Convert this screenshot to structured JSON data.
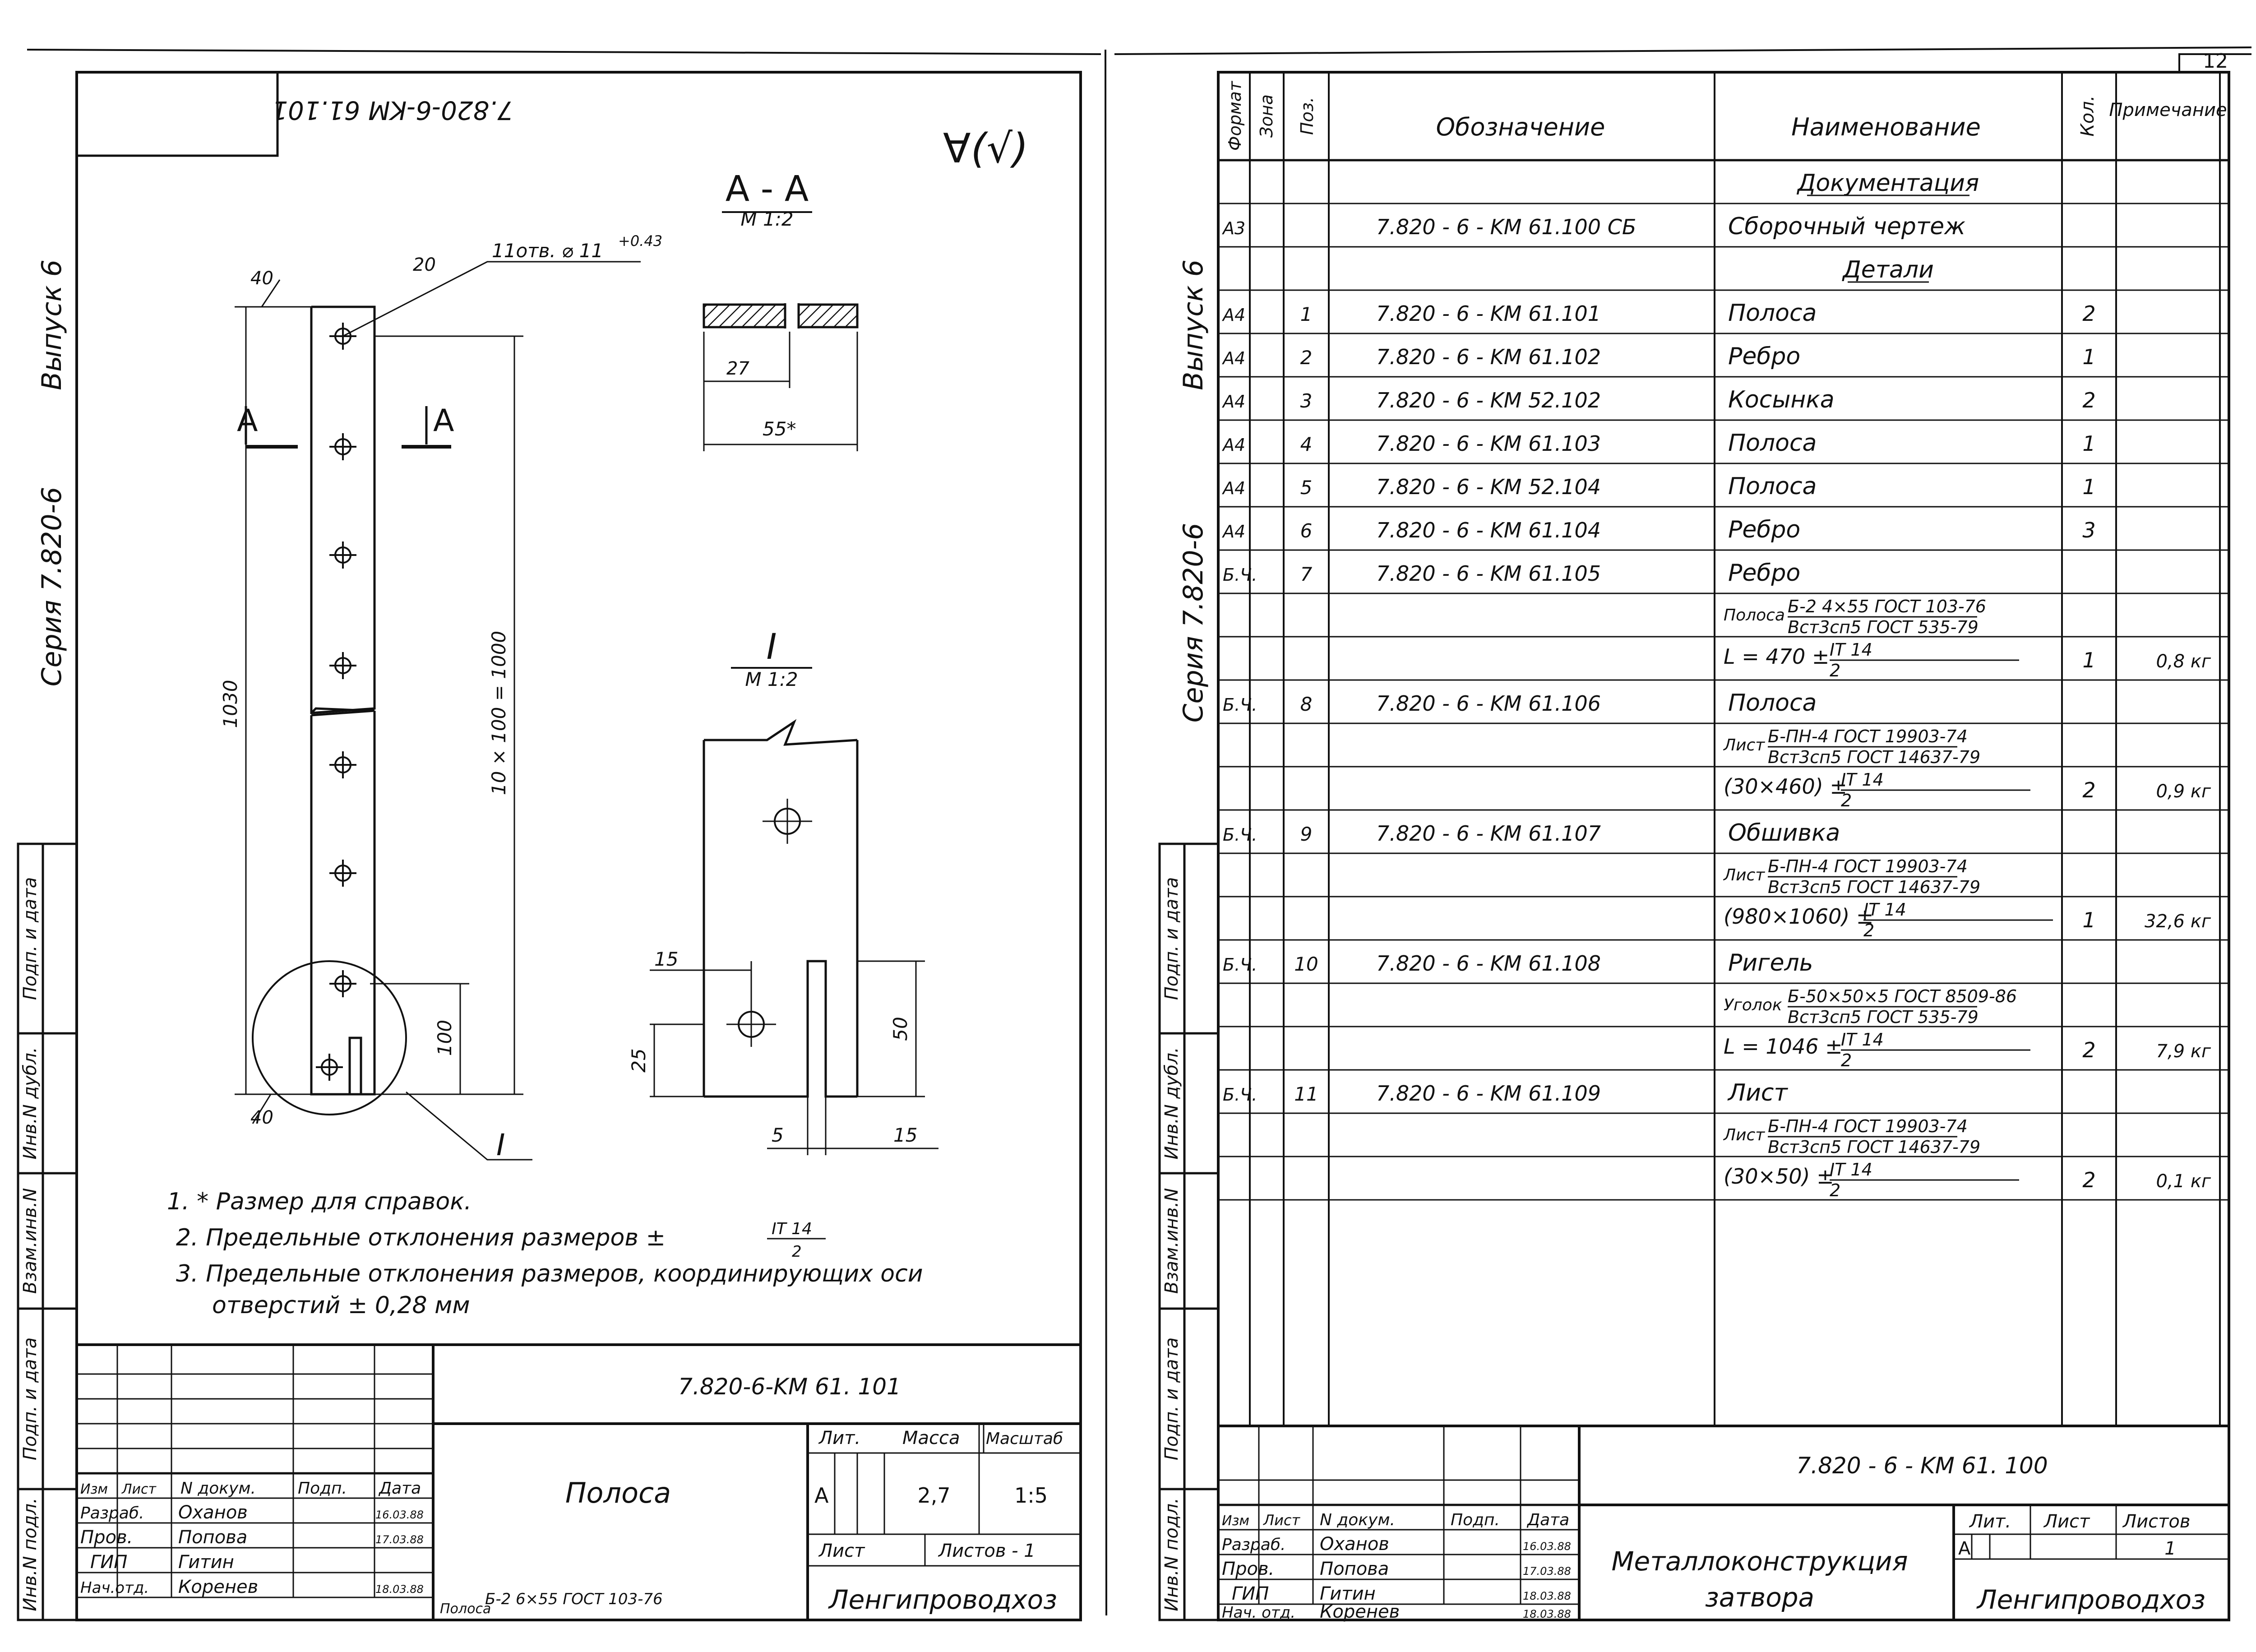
{
  "page_number": "12",
  "left": {
    "header_code": "7.820-6-KM 61.101",
    "roughness": "∀(√)",
    "series": "Серия 7.820-6",
    "issue": "Выпуск 6",
    "section": {
      "title": "А - А",
      "scale": "М 1:2"
    },
    "detail": {
      "title": "I",
      "scale": "М 1:2",
      "callout": "I"
    },
    "cut_labels": [
      "А",
      "А"
    ],
    "dims": {
      "hole_note": "11отв. ⌀ 11",
      "hole_tol": "+0.43",
      "d20": "20",
      "d40_top": "40",
      "d40_bot": "40",
      "d1030": "1030",
      "d10x100": "10 × 100 = 1000",
      "d100": "100",
      "d27": "27",
      "d55": "55*",
      "d15a": "15",
      "d25": "25",
      "d50": "50",
      "d5": "5",
      "d15b": "15"
    },
    "notes": [
      "1. * Размер для справок.",
      "2. Предельные отклонения размеров ±",
      "3. Предельные отклонения размеров, координирующих оси",
      "отверстий ± 0,28 мм"
    ],
    "note2_frac": {
      "num": "IT 14",
      "den": "2"
    },
    "stamp": {
      "code": "7.820-6-KM 61. 101",
      "head": [
        "Изм",
        "Лист",
        "N докум.",
        "Подп.",
        "Дата"
      ],
      "rows": [
        {
          "role": "Разраб.",
          "name": "Оханов",
          "date": "16.03.88"
        },
        {
          "role": "Пров.",
          "name": "Попова",
          "date": "17.03.88"
        },
        {
          "role": "ГИП",
          "name": "Гитин",
          "date": ""
        },
        {
          "role": "Нач.отд.",
          "name": "Коренев",
          "date": "18.03.88"
        }
      ],
      "title": "Полоса",
      "lit_label": "Лит.",
      "mass_label": "Масса",
      "scale_label": "Масштаб",
      "lit": "А",
      "mass": "2,7",
      "scale": "1:5",
      "sheet_label": "Лист",
      "sheets_label": "Листов - 1",
      "material_prefix": "Полоса",
      "material_num": "Б-2 6×55 ГОСТ 103-76",
      "org": "Ленгипроводхоз"
    },
    "side_labels": [
      "Подп. и дата",
      "Инв.N дубл.",
      "Взам.инв.N",
      "Подп. и дата",
      "Инв.N подл."
    ]
  },
  "right": {
    "series": "Серия 7.820-6",
    "issue": "Выпуск 6",
    "headers": [
      "Формат",
      "Зона",
      "Поз.",
      "Обозначение",
      "Наименование",
      "Кол.",
      "Примечание"
    ],
    "rows": [
      {
        "fmt": "",
        "pos": "",
        "code": "",
        "name": "Документация",
        "qty": "",
        "note": ""
      },
      {
        "fmt": "А3",
        "pos": "",
        "code": "7.820 - 6 - KM 61.100 СБ",
        "name": "Сборочный чертеж",
        "qty": "",
        "note": ""
      },
      {
        "fmt": "",
        "pos": "",
        "code": "",
        "name": "Детали",
        "qty": "",
        "note": ""
      },
      {
        "fmt": "А4",
        "pos": "1",
        "code": "7.820 - 6 - KM 61.101",
        "name": "Полоса",
        "qty": "2",
        "note": ""
      },
      {
        "fmt": "А4",
        "pos": "2",
        "code": "7.820 - 6 - KM 61.102",
        "name": "Ребро",
        "qty": "1",
        "note": ""
      },
      {
        "fmt": "А4",
        "pos": "3",
        "code": "7.820 - 6 - KM 52.102",
        "name": "Косынка",
        "qty": "2",
        "note": ""
      },
      {
        "fmt": "А4",
        "pos": "4",
        "code": "7.820 - 6 - KM 61.103",
        "name": "Полоса",
        "qty": "1",
        "note": ""
      },
      {
        "fmt": "А4",
        "pos": "5",
        "code": "7.820 - 6 - KM 52.104",
        "name": "Полоса",
        "qty": "1",
        "note": ""
      },
      {
        "fmt": "А4",
        "pos": "6",
        "code": "7.820 - 6 - KM 61.104",
        "name": "Ребро",
        "qty": "3",
        "note": ""
      },
      {
        "fmt": "Б.Ч.",
        "pos": "7",
        "code": "7.820 - 6 - KM 61.105",
        "name": "Ребро",
        "qty": "",
        "note": ""
      },
      {
        "fmt": "",
        "pos": "",
        "code": "",
        "name": "Полоса",
        "frac": [
          "Б-2 4×55 ГОСТ 103-76",
          "Вст3сп5 ГОСТ 535-79"
        ],
        "qty": "",
        "note": ""
      },
      {
        "fmt": "",
        "pos": "",
        "code": "",
        "name": "L = 470 ±",
        "frac": [
          "IT 14",
          "2"
        ],
        "qty": "1",
        "note": "0,8 кг"
      },
      {
        "fmt": "Б.Ч.",
        "pos": "8",
        "code": "7.820 - 6 - KM 61.106",
        "name": "Полоса",
        "qty": "",
        "note": ""
      },
      {
        "fmt": "",
        "pos": "",
        "code": "",
        "name": "Лист",
        "frac": [
          "Б-ПН-4 ГОСТ 19903-74",
          "Вст3сп5 ГОСТ 14637-79"
        ],
        "qty": "",
        "note": ""
      },
      {
        "fmt": "",
        "pos": "",
        "code": "",
        "name": "(30×460) ±",
        "frac": [
          "IT 14",
          "2"
        ],
        "qty": "2",
        "note": "0,9 кг"
      },
      {
        "fmt": "Б.Ч.",
        "pos": "9",
        "code": "7.820 - 6 - KM 61.107",
        "name": "Обшивка",
        "qty": "",
        "note": ""
      },
      {
        "fmt": "",
        "pos": "",
        "code": "",
        "name": "Лист",
        "frac": [
          "Б-ПН-4 ГОСТ 19903-74",
          "Вст3сп5 ГОСТ 14637-79"
        ],
        "qty": "",
        "note": ""
      },
      {
        "fmt": "",
        "pos": "",
        "code": "",
        "name": "(980×1060) ±",
        "frac": [
          "IT 14",
          "2"
        ],
        "qty": "1",
        "note": "32,6 кг"
      },
      {
        "fmt": "Б.Ч.",
        "pos": "10",
        "code": "7.820 - 6 - KM 61.108",
        "name": "Ригель",
        "qty": "",
        "note": ""
      },
      {
        "fmt": "",
        "pos": "",
        "code": "",
        "name": "Уголок",
        "frac": [
          "Б-50×50×5 ГОСТ 8509-86",
          "Вст3сп5 ГОСТ 535-79"
        ],
        "qty": "",
        "note": ""
      },
      {
        "fmt": "",
        "pos": "",
        "code": "",
        "name": "L = 1046 ±",
        "frac": [
          "IT 14",
          "2"
        ],
        "qty": "2",
        "note": "7,9 кг"
      },
      {
        "fmt": "Б.Ч.",
        "pos": "11",
        "code": "7.820 - 6 - KM 61.109",
        "name": "Лист",
        "qty": "",
        "note": ""
      },
      {
        "fmt": "",
        "pos": "",
        "code": "",
        "name": "Лист",
        "frac": [
          "Б-ПН-4 ГОСТ 19903-74",
          "Вст3сп5 ГОСТ 14637-79"
        ],
        "qty": "",
        "note": ""
      },
      {
        "fmt": "",
        "pos": "",
        "code": "",
        "name": "(30×50) ±",
        "frac": [
          "IT 14",
          "2"
        ],
        "qty": "2",
        "note": "0,1 кг"
      }
    ],
    "stamp": {
      "code": "7.820 - 6 - KM 61. 100",
      "head": [
        "Изм",
        "Лист",
        "N докум.",
        "Подп.",
        "Дата"
      ],
      "rows": [
        {
          "role": "Разраб.",
          "name": "Оханов",
          "date": "16.03.88"
        },
        {
          "role": "Пров.",
          "name": "Попова",
          "date": "17.03.88"
        },
        {
          "role": "ГИП",
          "name": "Гитин",
          "date": "18.03.88"
        },
        {
          "role": "Нач. отд.",
          "name": "Коренев",
          "date": "18.03.88"
        }
      ],
      "title_line1": "Металлоконструкция",
      "title_line2": "затвора",
      "lit_label": "Лит.",
      "sheet_label": "Лист",
      "sheets_label": "Листов",
      "lit": "А",
      "sheets": "1",
      "org": "Ленгипроводхоз"
    },
    "side_labels": [
      "Подп. и дата",
      "Инв.N дубл.",
      "Взам.инв.N",
      "Подп. и дата",
      "Инв.N подл."
    ]
  }
}
